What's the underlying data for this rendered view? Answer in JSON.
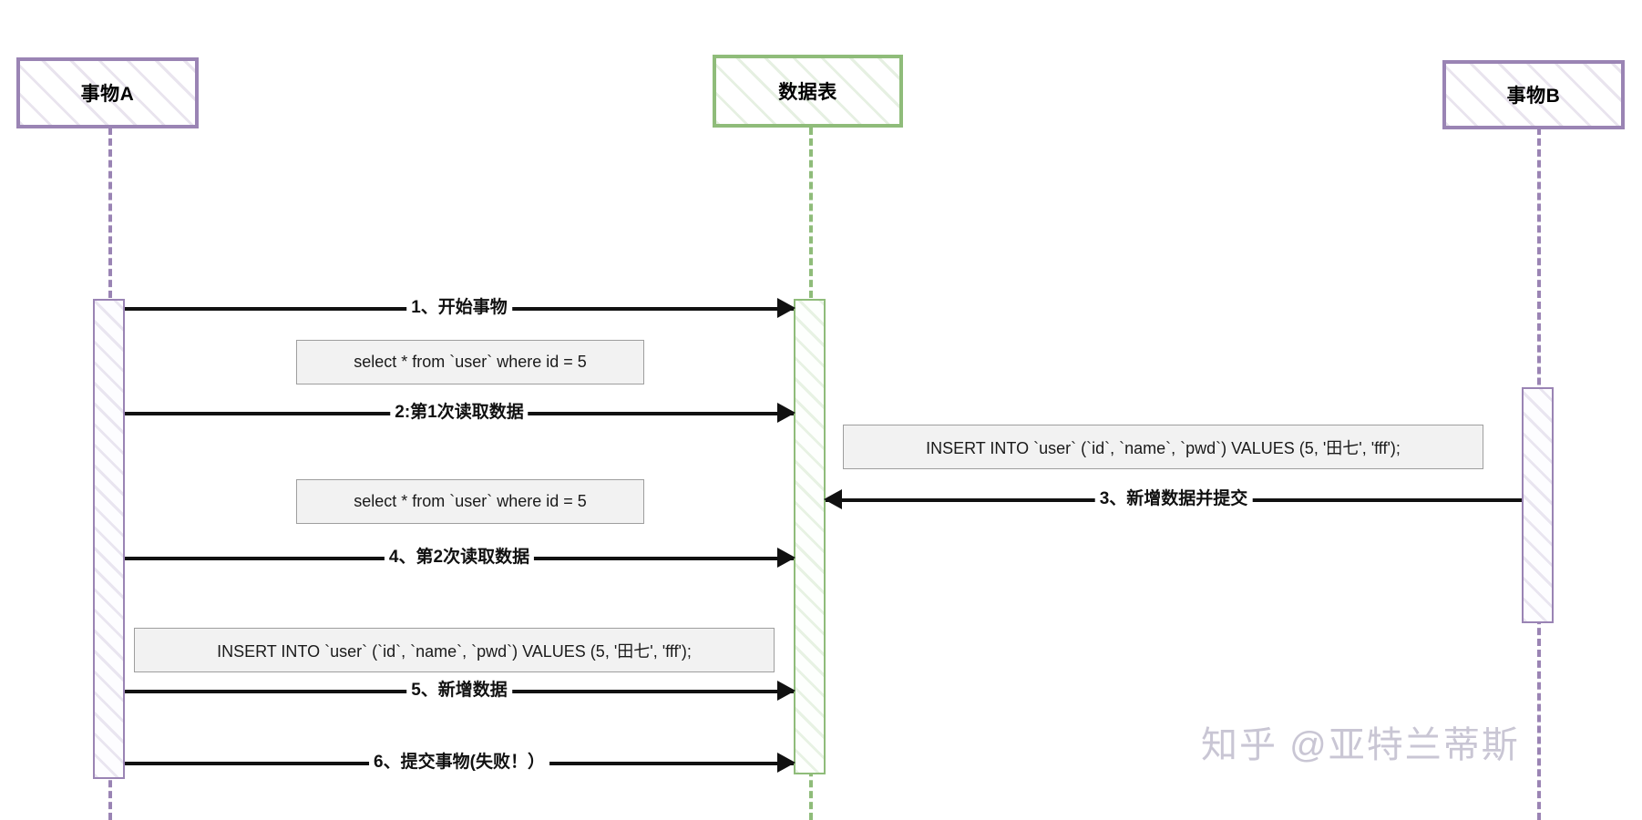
{
  "diagram": {
    "type": "sequence-diagram",
    "title": "",
    "colors": {
      "actor_purple": "#9a84b4",
      "actor_green": "#8fbc7a",
      "message_line": "#111111",
      "note_background": "#f2f2f2",
      "note_border": "#9e9e9e",
      "watermark": "#c9c6d4"
    }
  },
  "actors": [
    {
      "id": "a",
      "label": "事物A",
      "color": "purple"
    },
    {
      "id": "db",
      "label": "数据表",
      "color": "green"
    },
    {
      "id": "b",
      "label": "事物B",
      "color": "purple"
    }
  ],
  "messages": [
    {
      "seq": "1",
      "label": "1、开始事物",
      "from": "a",
      "to": "db",
      "direction": "right"
    },
    {
      "seq": "2",
      "label": "2:第1次读取数据",
      "from": "a",
      "to": "db",
      "direction": "right"
    },
    {
      "seq": "3",
      "label": "3、新增数据并提交",
      "from": "b",
      "to": "db",
      "direction": "left"
    },
    {
      "seq": "4",
      "label": "4、第2次读取数据",
      "from": "a",
      "to": "db",
      "direction": "right"
    },
    {
      "seq": "5",
      "label": "5、新增数据",
      "from": "a",
      "to": "db",
      "direction": "right"
    },
    {
      "seq": "6",
      "label": "6、提交事物(失败！）",
      "from": "a",
      "to": "db",
      "direction": "right"
    }
  ],
  "notes": [
    {
      "id": "note1",
      "text": "select *  from `user` where id = 5"
    },
    {
      "id": "note2",
      "text": "select *  from `user` where id = 5"
    },
    {
      "id": "note3",
      "text": "INSERT INTO `user` (`id`, `name`, `pwd`) VALUES (5, '田七', 'fff');"
    },
    {
      "id": "note4",
      "text": "INSERT INTO `user` (`id`, `name`, `pwd`) VALUES (5, '田七', 'fff');"
    }
  ],
  "watermark": {
    "text": "知乎 @亚特兰蒂斯"
  }
}
